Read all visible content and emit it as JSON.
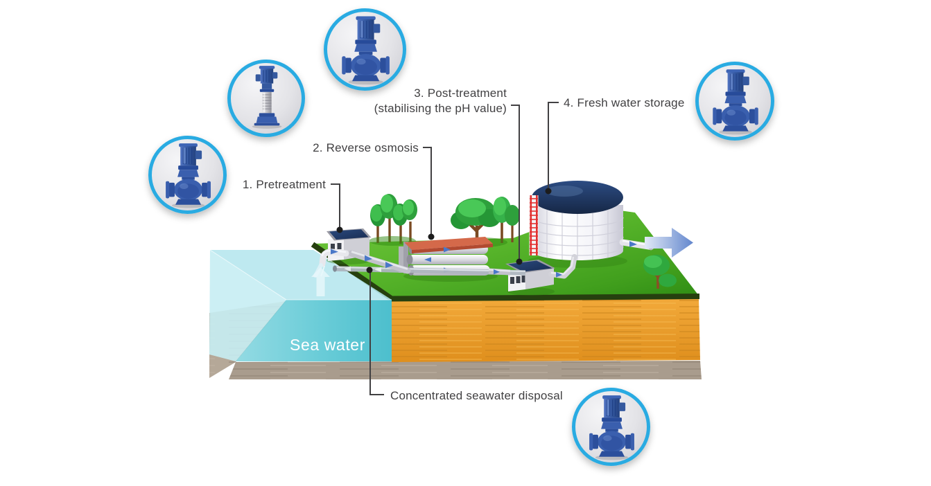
{
  "labels": {
    "step1": "1. Pretreatment",
    "step2": "2. Reverse osmosis",
    "step3_line1": "3. Post-treatment",
    "step3_line2": "(stabilising the pH value)",
    "step4": "4. Fresh water storage",
    "disposal": "Concentrated seawater disposal",
    "sea_water": "Sea water"
  },
  "callouts": [
    {
      "id": "top-center",
      "icon": "inline-pump-icon"
    },
    {
      "id": "top-left",
      "icon": "vertical-multistage-pump-icon"
    },
    {
      "id": "left",
      "icon": "inline-pump-icon"
    },
    {
      "id": "right",
      "icon": "inline-pump-icon"
    },
    {
      "id": "bottom",
      "icon": "inline-pump-icon"
    }
  ],
  "colors": {
    "callout_ring": "#29abe2",
    "leader_line": "#414042",
    "pump_blue": "#2f55a4",
    "roof_dome_navy": "#1f3864",
    "grass_green": "#58b52b",
    "soil_orange": "#e89c2d",
    "rock_taupe": "#a99c8d",
    "sea_surface": "#bfe9f0",
    "sea_front": "#5cc8d4",
    "ro_slab_red": "#d4694a",
    "ladder_red": "#e23131",
    "flow_arrow_blue": "#4a78c8",
    "outflow_arrow_blue": "#6286cd"
  }
}
